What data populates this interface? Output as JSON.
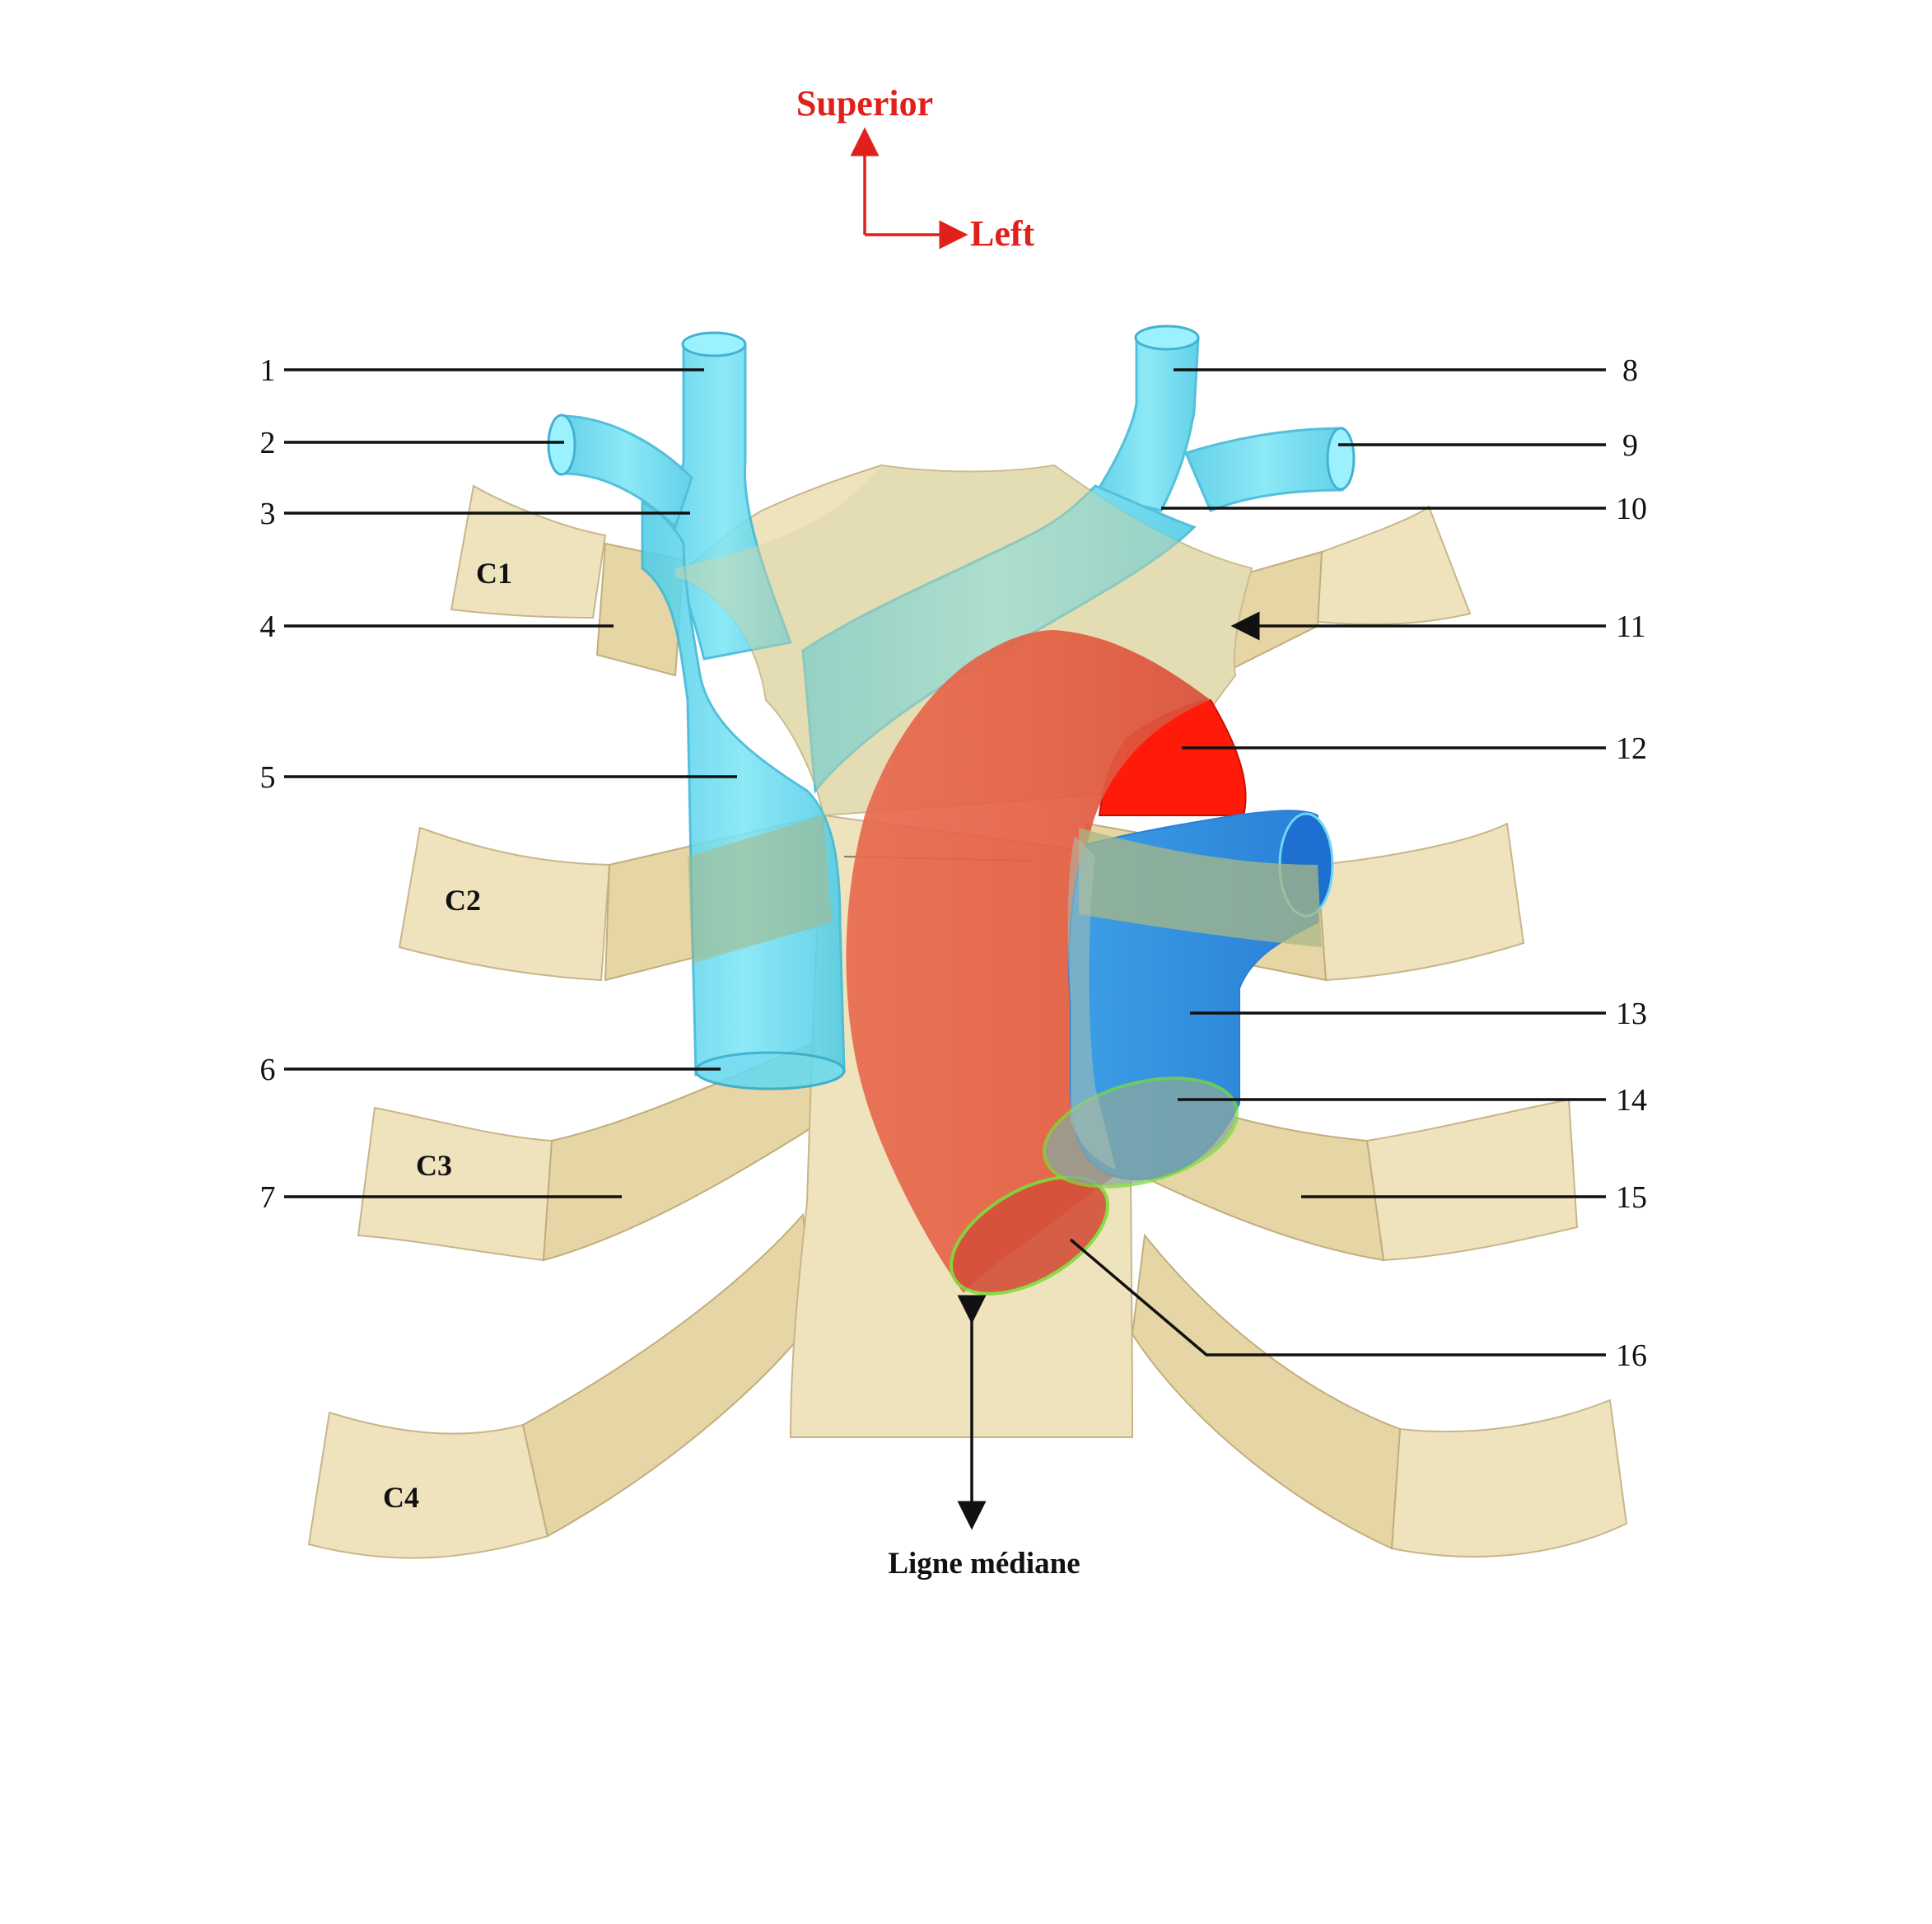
{
  "orientation": {
    "superior_label": "Superior",
    "left_label": "Left",
    "arrow_color": "#e0201b"
  },
  "midline_label": "Ligne médiane",
  "ribs": [
    {
      "label": "C1"
    },
    {
      "label": "C2"
    },
    {
      "label": "C3"
    },
    {
      "label": "C4"
    }
  ],
  "left_numbers": [
    "1",
    "2",
    "3",
    "4",
    "5",
    "6",
    "7"
  ],
  "right_numbers": [
    "8",
    "9",
    "10",
    "11",
    "12",
    "13",
    "14",
    "15",
    "16"
  ],
  "colors": {
    "vein": "#5fd6ec",
    "aorta": "#e0654a",
    "aortic_arch_cut": "#ff1a0a",
    "pulmonary_trunk": "#2f8ee0",
    "bone": "#efe3bd",
    "cartilage": "#e6d6a6",
    "section_outline": "#7ddc3a"
  }
}
